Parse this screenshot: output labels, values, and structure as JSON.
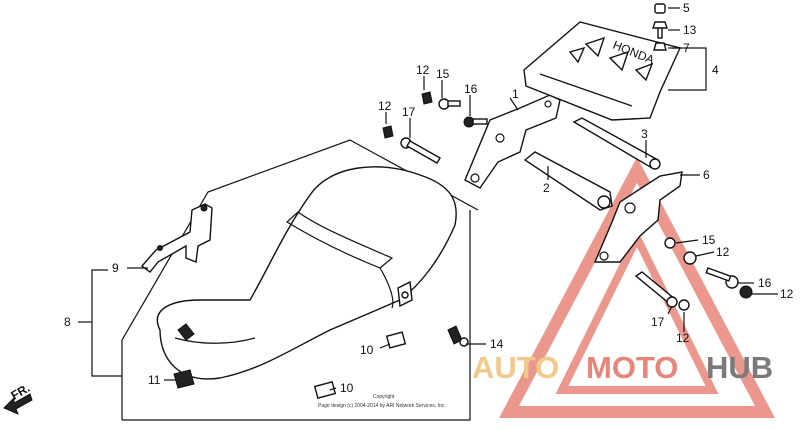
{
  "callouts": {
    "c1": "1",
    "c2": "2",
    "c3": "3",
    "c4": "4",
    "c5": "5",
    "c6": "6",
    "c7": "7",
    "c8": "8",
    "c9": "9",
    "c10a": "10",
    "c10b": "10",
    "c11": "11",
    "c12a": "12",
    "c12b": "12",
    "c12c": "12",
    "c12d": "12",
    "c12e": "12",
    "c13": "13",
    "c14": "14",
    "c15a": "15",
    "c15b": "15",
    "c16a": "16",
    "c16b": "16",
    "c17a": "17",
    "c17b": "17"
  },
  "front_arrow": "FR.",
  "copyright_lines": [
    "Copyright",
    "Page design (c) 2004-2014 by ARI Network Services, Inc."
  ],
  "watermark": {
    "part1": "AUTO",
    "part2": "MOTO",
    "part3": "HUB",
    "color1": "#f2c98a",
    "color2": "#e8857a",
    "color3": "#7a7a7a",
    "triangle_color": "#e8857a"
  },
  "rack_text": "HONDA"
}
